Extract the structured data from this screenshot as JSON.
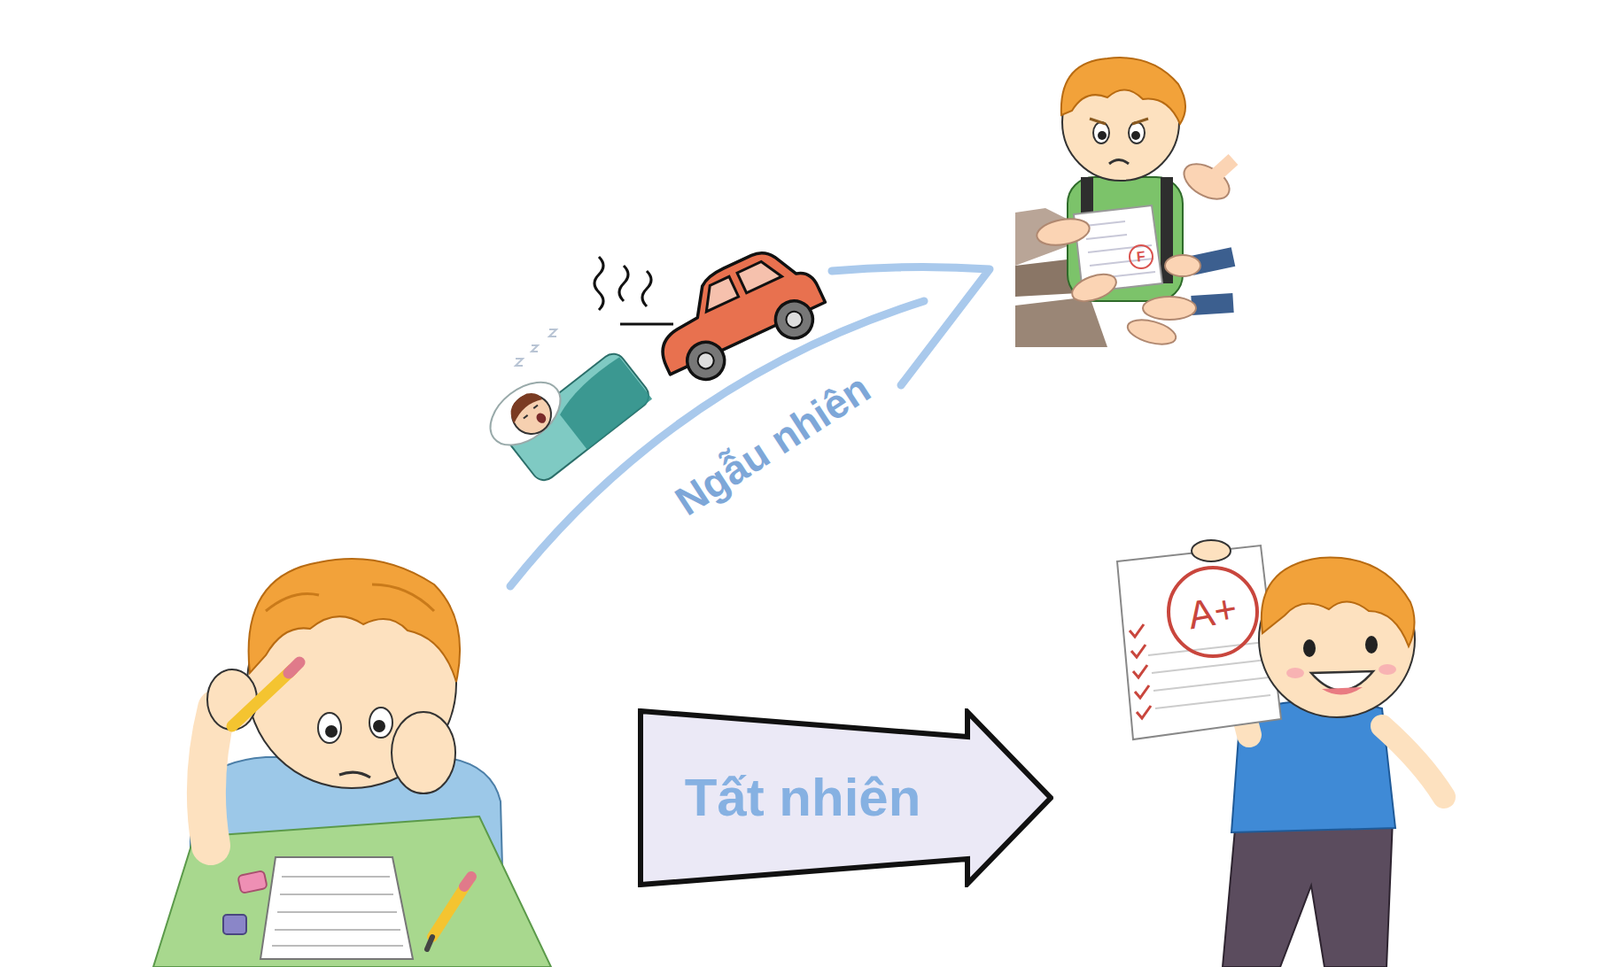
{
  "diagram": {
    "nodes": [
      {
        "text": [
          "Tất nhiên"
        ]
      }
    ],
    "labels": [
      "Ngẫu nhiên",
      "F",
      "A+"
    ]
  }
}
